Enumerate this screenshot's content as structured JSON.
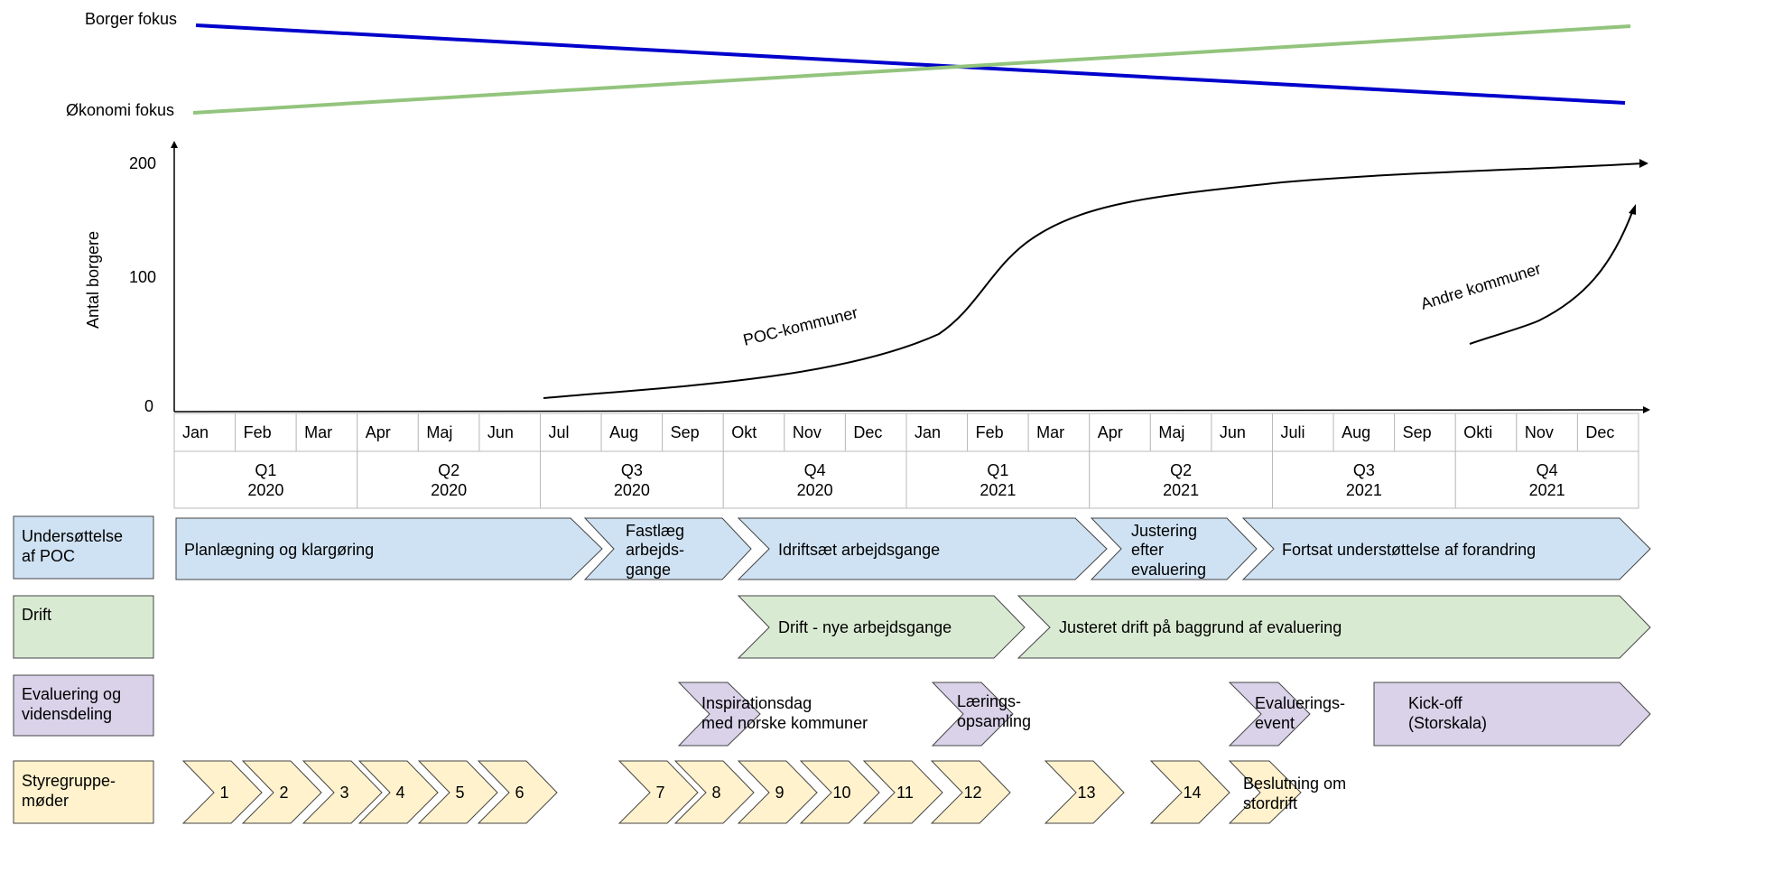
{
  "focus": {
    "borger_label": "Borger fokus",
    "okonomi_label": "Økonomi fokus",
    "borger_color": "#0000cc",
    "okonomi_color": "#93c47d"
  },
  "chart": {
    "ylabel": "Antal borgere",
    "yticks": [
      "0",
      "100",
      "200"
    ],
    "poc_label": "POC-kommuner",
    "andre_label": "Andre kommuner"
  },
  "months": [
    "Jan",
    "Feb",
    "Mar",
    "Apr",
    "Maj",
    "Jun",
    "Jul",
    "Aug",
    "Sep",
    "Okt",
    "Nov",
    "Dec",
    "Jan",
    "Feb",
    "Mar",
    "Apr",
    "Maj",
    "Jun",
    "Juli",
    "Aug",
    "Sep",
    "Okti",
    "Nov",
    "Dec"
  ],
  "quarters": [
    {
      "q": "Q1",
      "year": "2020"
    },
    {
      "q": "Q2",
      "year": "2020"
    },
    {
      "q": "Q3",
      "year": "2020"
    },
    {
      "q": "Q4",
      "year": "2020"
    },
    {
      "q": "Q1",
      "year": "2021"
    },
    {
      "q": "Q2",
      "year": "2021"
    },
    {
      "q": "Q3",
      "year": "2021"
    },
    {
      "q": "Q4",
      "year": "2021"
    }
  ],
  "lanes": {
    "support": {
      "title": [
        "Undersøttelse",
        "af POC"
      ],
      "color": "#cfe2f3",
      "items": [
        {
          "lines": [
            "Planlægning og klargøring"
          ]
        },
        {
          "lines": [
            "Fastlæg",
            "arbejds-",
            "gange"
          ]
        },
        {
          "lines": [
            "Idriftsæt arbejdsgange"
          ]
        },
        {
          "lines": [
            "Justering",
            "efter",
            "evaluering"
          ]
        },
        {
          "lines": [
            "Fortsat understøttelse af forandring"
          ]
        }
      ]
    },
    "drift": {
      "title": [
        "Drift"
      ],
      "color": "#d9ead3",
      "items": [
        {
          "lines": [
            "Drift - nye arbejdsgange"
          ]
        },
        {
          "lines": [
            "Justeret drift på baggrund af evaluering"
          ]
        }
      ]
    },
    "eval": {
      "title": [
        "Evaluering og",
        "vidensdeling"
      ],
      "color": "#d9d2e9",
      "items": [
        {
          "lines": [
            "Inspirationsdag",
            "med norske kommuner"
          ]
        },
        {
          "lines": [
            "Lærings-",
            "opsamling"
          ]
        },
        {
          "lines": [
            "Evaluerings-",
            "event"
          ]
        },
        {
          "lines": [
            "Kick-off",
            "(Storskala)"
          ]
        }
      ]
    },
    "styre": {
      "title": [
        "Styregruppe-",
        "møder"
      ],
      "color": "#fff2cc",
      "items": [
        "1",
        "2",
        "3",
        "4",
        "5",
        "6",
        "7",
        "8",
        "9",
        "10",
        "11",
        "12",
        "13",
        "14"
      ],
      "decision": [
        "Beslutning om",
        "stordrift"
      ]
    }
  }
}
